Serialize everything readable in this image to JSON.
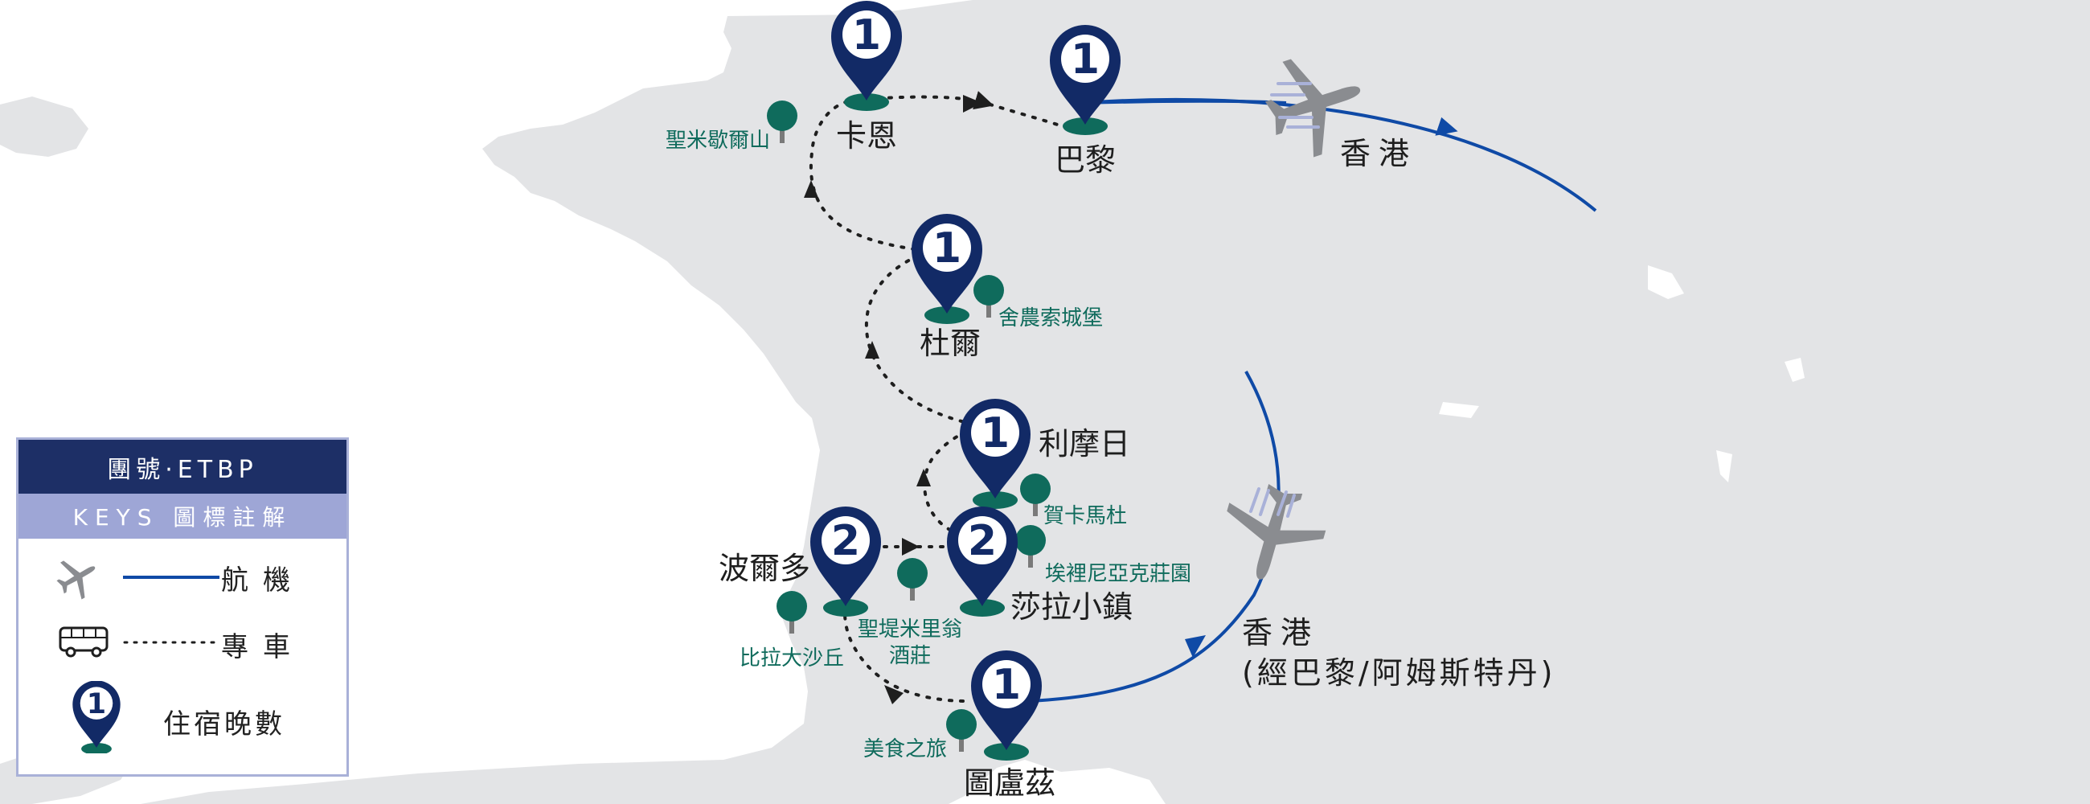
{
  "colors": {
    "land": "#e3e4e6",
    "sea": "#ffffff",
    "flight_line": "#0f4aa6",
    "pin": "#122a66",
    "pin_base": "#0f6b5c",
    "tree": "#0f6b5c",
    "attraction_text": "#0f6b5c",
    "route": "#1e1e1e",
    "plane": "#8a8c90"
  },
  "cities": {
    "caen": "卡恩",
    "paris": "巴黎",
    "hongkong_top": "香港",
    "tours": "杜爾",
    "limoges": "利摩日",
    "bordeaux": "波爾多",
    "sarlat": "莎拉小鎮",
    "toulouse": "圖盧茲",
    "hongkong_bottom": "香港",
    "hongkong_bottom_via": "(經巴黎/阿姆斯特丹)"
  },
  "nights": {
    "caen": "1",
    "paris": "1",
    "tours": "1",
    "limoges": "1",
    "bordeaux": "2",
    "sarlat": "2",
    "toulouse": "1"
  },
  "attractions": {
    "mont_st_michel": "聖米歇爾山",
    "chenonceau": "舍農索城堡",
    "rocamadour": "賀卡馬杜",
    "eyrignac": "埃裡尼亞克莊園",
    "st_emilion_1": "聖堤米里翁",
    "st_emilion_2": "酒莊",
    "pilat": "比拉大沙丘",
    "food_tour": "美食之旅"
  },
  "legend": {
    "tour_code": "團號·ETBP",
    "keys_title": "KEYS 圖標註解",
    "flight": "航機",
    "coach": "專車",
    "nights_sample": "1",
    "nights": "住宿晚數"
  },
  "icons": {
    "plane": "airplane-icon",
    "bus": "bus-icon",
    "pin": "map-pin-icon",
    "tree": "tree-icon"
  }
}
